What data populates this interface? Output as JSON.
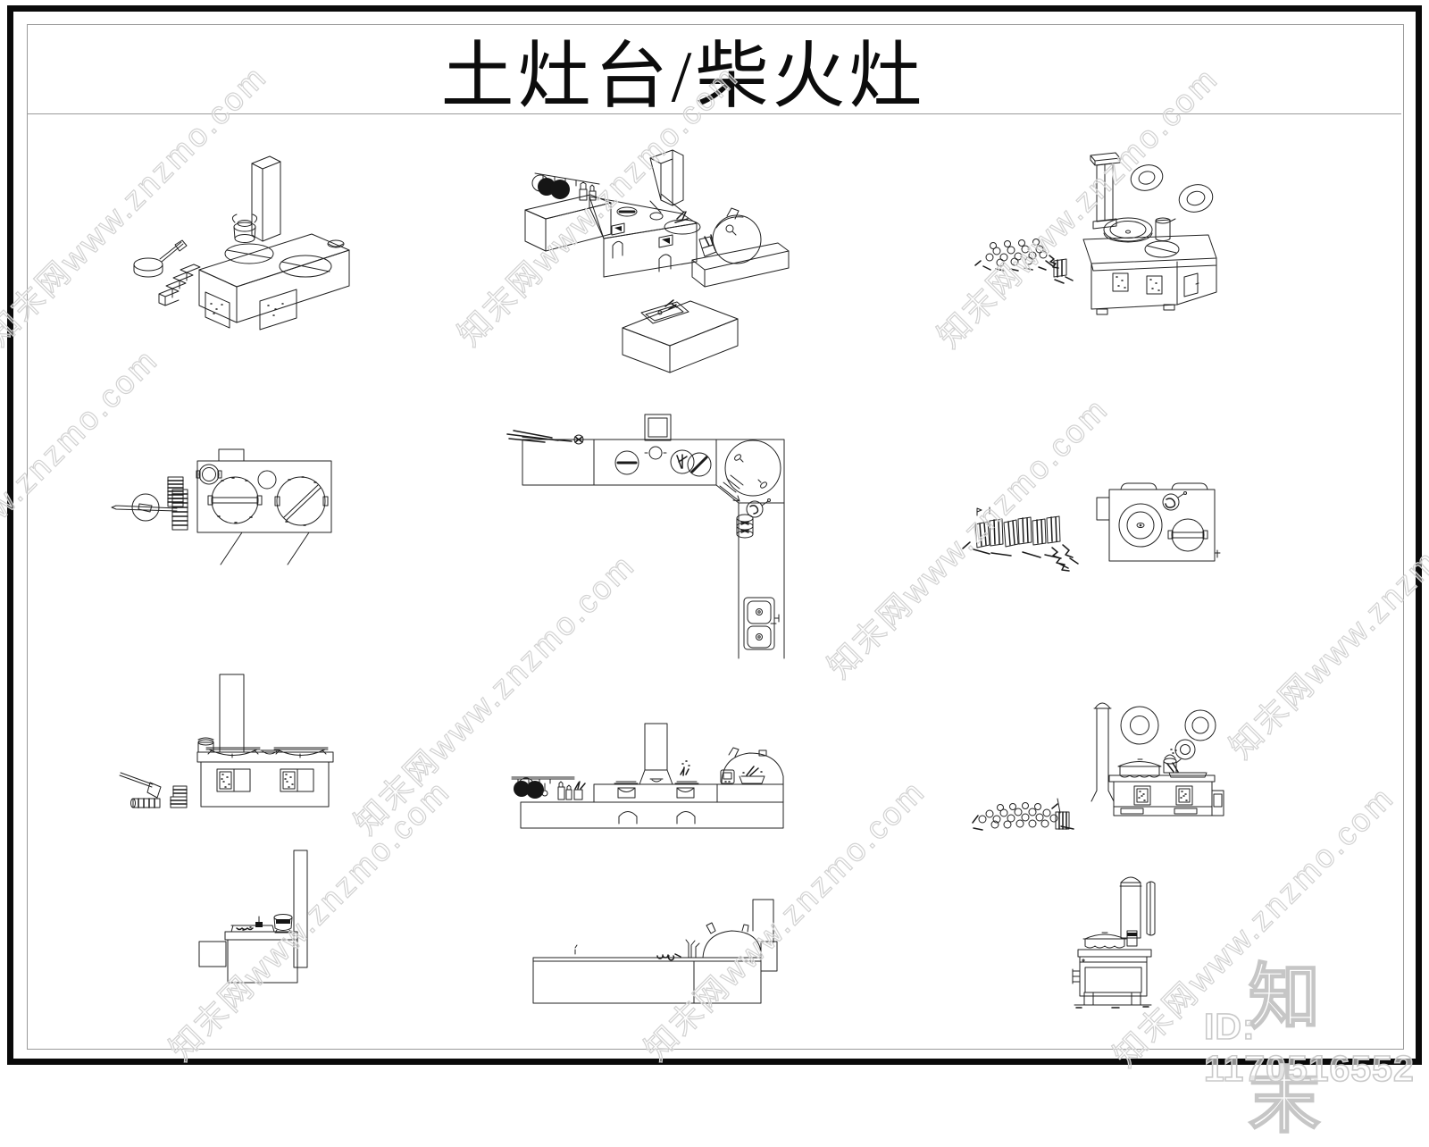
{
  "sheet": {
    "title": "土灶台/柴火灶"
  },
  "watermark": {
    "text": "知末网www.znzmo.com",
    "color": "#d2d2d2"
  },
  "brand": {
    "logo_text": "知末",
    "id_text": "ID: 1170516552",
    "color": "#c6c6c6"
  },
  "drawings": [
    "isometric-two-pot-stove",
    "isometric-l-shaped-stove-counter",
    "isometric-stove-with-woodpile",
    "plan-two-pot-stove",
    "plan-l-shaped-stove-counter",
    "plan-stove-with-woodpile",
    "elevation-two-pot-stove",
    "elevation-long-stove-counter",
    "elevation-stove-with-woodpile",
    "side-elevation-corner-stove",
    "side-elevation-long-counter-oven",
    "side-elevation-chimney-stove"
  ],
  "colors": {
    "line": "#222222",
    "outer_border": "#0a0a0a",
    "inner_border": "#9a9a9a",
    "background": "#ffffff"
  }
}
